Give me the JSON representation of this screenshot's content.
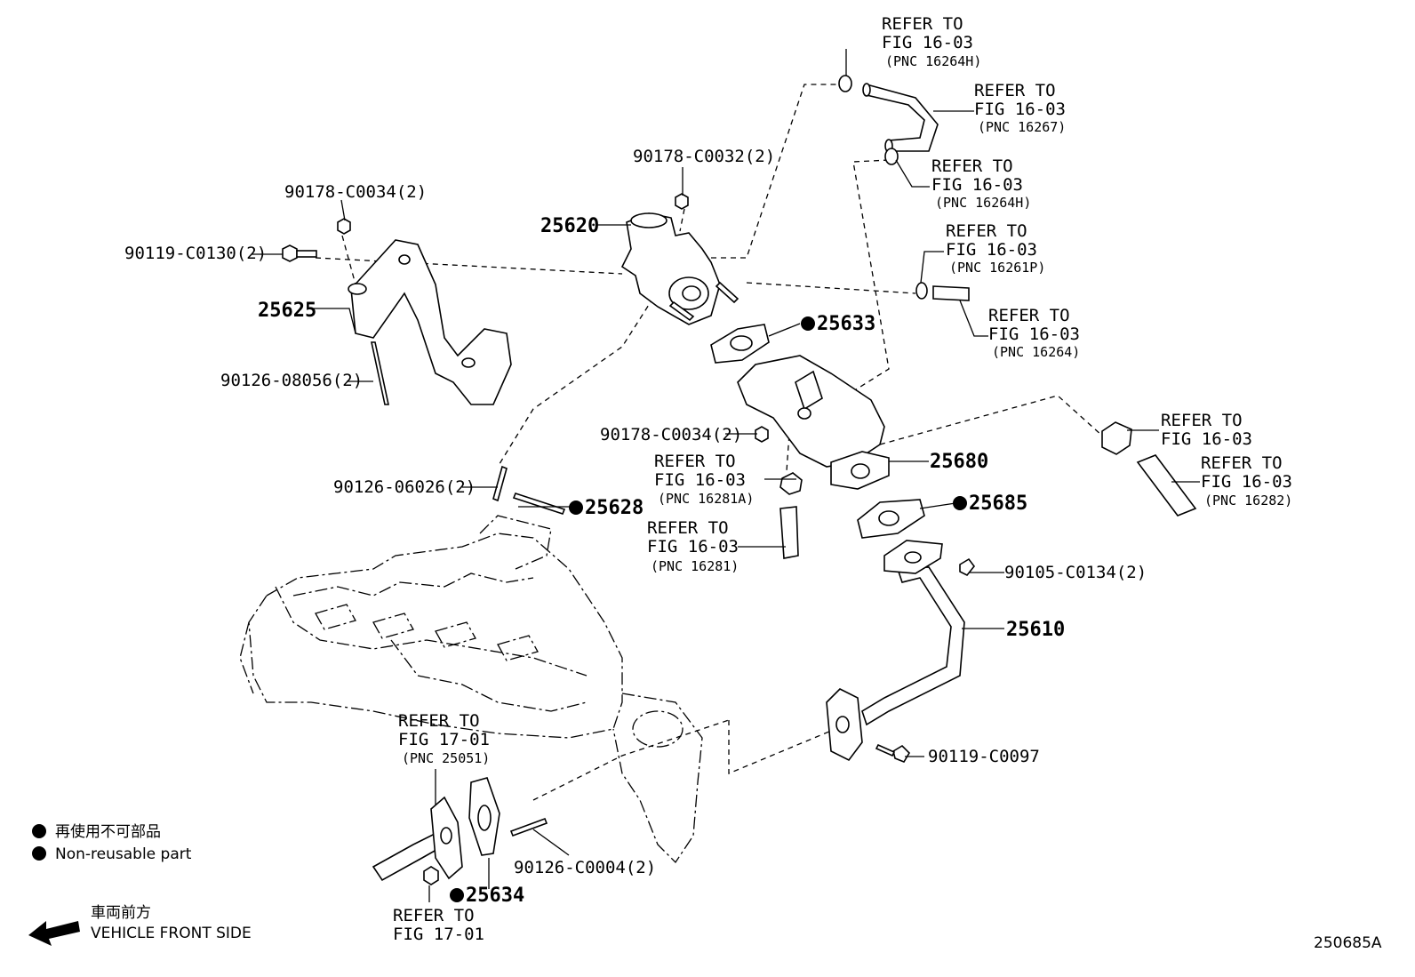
{
  "refer_to": "REFER TO",
  "labels": {
    "fig_16_03": "FIG 16-03",
    "fig_17_01": "FIG 17-01",
    "pnc_16264h": "(PNC 16264H)",
    "pnc_16267": "(PNC 16267)",
    "pnc_16261p": "(PNC 16261P)",
    "pnc_16264": "(PNC 16264)",
    "pnc_16281a": "(PNC 16281A)",
    "pnc_16281": "(PNC 16281)",
    "pnc_16282": "(PNC 16282)",
    "pnc_25051": "(PNC 25051)"
  },
  "parts": {
    "p25620": "25620",
    "p25625": "25625",
    "p25633": "25633",
    "p25628": "25628",
    "p25680": "25680",
    "p25685": "25685",
    "p25610": "25610",
    "p25634": "25634",
    "c0032": "90178-C0032(2)",
    "c0034a": "90178-C0034(2)",
    "c0034b": "90178-C0034(2)",
    "c0130": "90119-C0130(2)",
    "s08056": "90126-08056(2)",
    "s06026": "90126-06026(2)",
    "c0134": "90105-C0134(2)",
    "c0097": "90119-C0097",
    "c0004": "90126-C0004(2)"
  },
  "legend": {
    "jp": "再使用不可部品",
    "en": "Non-reusable part"
  },
  "direction": {
    "jp": "車両前方",
    "en": "VEHICLE FRONT SIDE"
  },
  "figure_id": "250685A"
}
